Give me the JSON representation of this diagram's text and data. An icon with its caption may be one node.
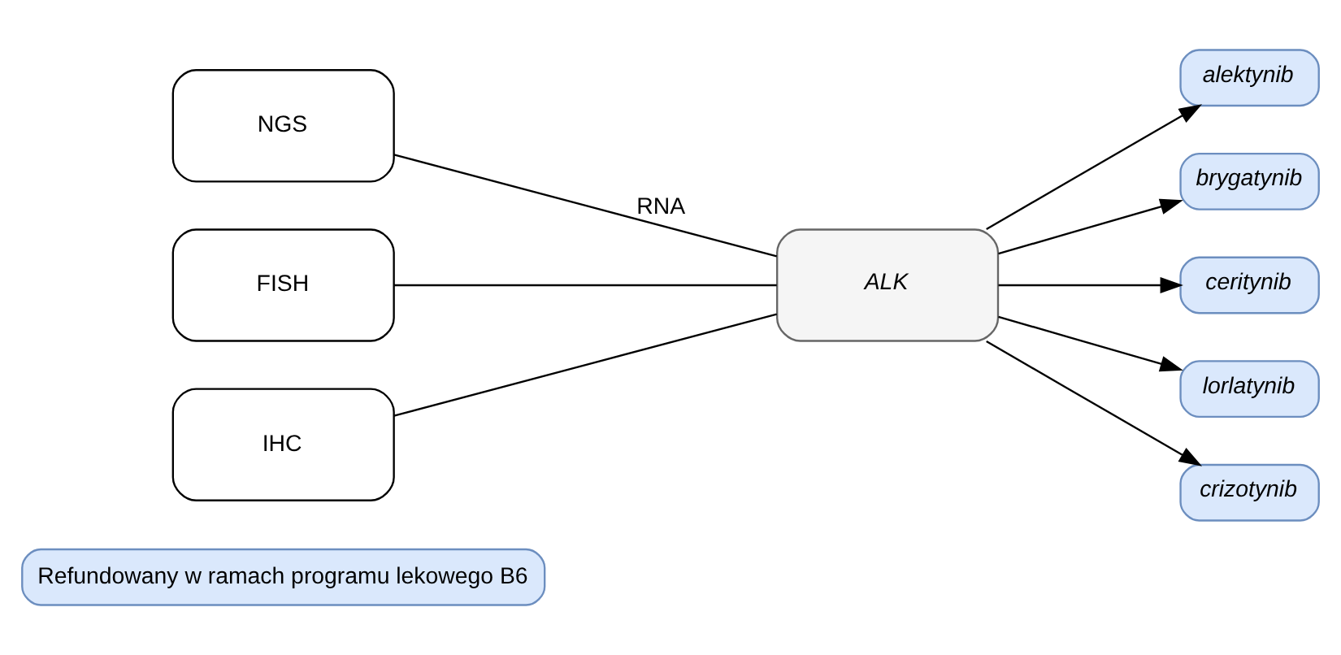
{
  "diagram": {
    "nodes": [
      {
        "text": [
          "Refundowany w ramach programu lekowego B6"
        ]
      },
      {
        "text": [
          "NGS"
        ]
      },
      {
        "text": [
          "FISH"
        ]
      },
      {
        "text": [
          "IHC"
        ]
      },
      {
        "text": [
          "ALK"
        ]
      },
      {
        "text": [
          "alektynib"
        ]
      },
      {
        "text": [
          "brygatynib"
        ]
      },
      {
        "text": [
          "ceritynib"
        ]
      },
      {
        "text": [
          "lorlatynib"
        ]
      },
      {
        "text": [
          "crizotynib"
        ]
      }
    ],
    "edges": [
      {
        "from": 1,
        "to": 4,
        "arrow": "none",
        "label": "RNA"
      },
      {
        "from": 2,
        "to": 4,
        "arrow": "none"
      },
      {
        "from": 3,
        "to": 4,
        "arrow": "none"
      },
      {
        "from": 4,
        "to": 5,
        "arrow": "to"
      },
      {
        "from": 4,
        "to": 6,
        "arrow": "to"
      },
      {
        "from": 4,
        "to": 7,
        "arrow": "to"
      },
      {
        "from": 4,
        "to": 8,
        "arrow": "to"
      },
      {
        "from": 4,
        "to": 9,
        "arrow": "to"
      }
    ]
  }
}
